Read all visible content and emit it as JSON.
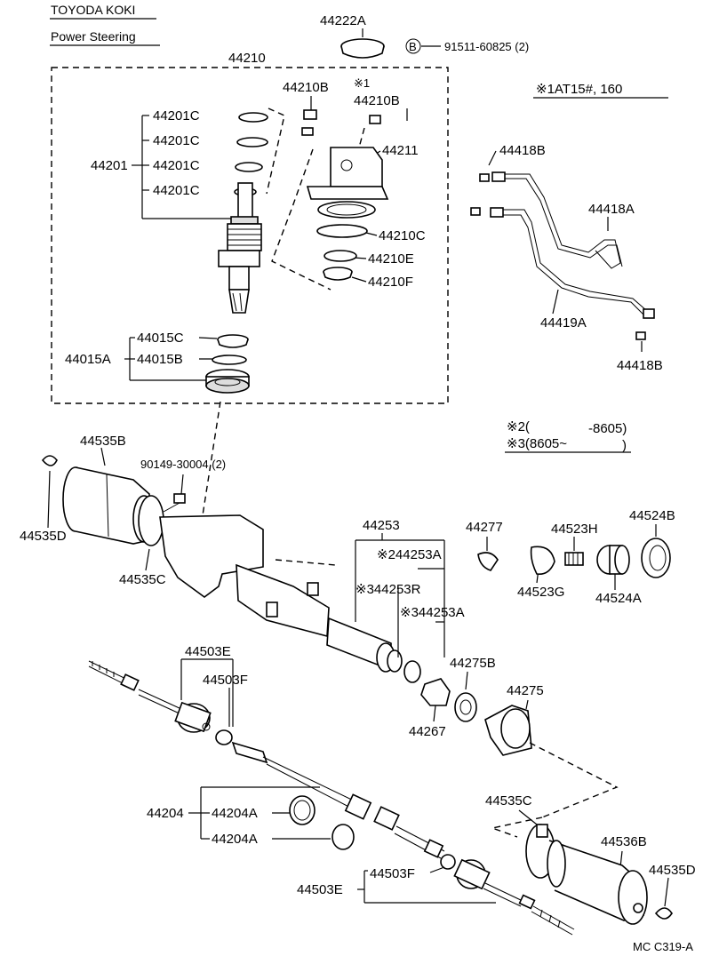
{
  "header": {
    "maker": "TOYODA KOKI",
    "group": "Power Steering"
  },
  "notes": {
    "n1": "※1AT15#, 160",
    "n2_mark": "※2(",
    "n2_range": "-8605)",
    "n3_mark": "※3(8605~",
    "n3_close": ")"
  },
  "labels": {
    "p44222A": "44222A",
    "p91511": "91511-60825 (2)",
    "bolt_mark": "B",
    "p44210": "44210",
    "p44210B_a": "44210B",
    "p44210B_b": "44210B",
    "mark1": "※1",
    "p44201C_1": "44201C",
    "p44201C_2": "44201C",
    "p44201C_3": "44201C",
    "p44201C_4": "44201C",
    "p44201": "44201",
    "p44211": "44211",
    "p44210C": "44210C",
    "p44210E": "44210E",
    "p44210F": "44210F",
    "p44015C": "44015C",
    "p44015B": "44015B",
    "p44015A": "44015A",
    "p44418B_a": "44418B",
    "p44418A": "44418A",
    "p44419A": "44419A",
    "p44418B_b": "44418B",
    "p44535B": "44535B",
    "p90149": "90149-30004 (2)",
    "p44535D_a": "44535D",
    "p44535C_a": "44535C",
    "p44253": "44253",
    "p44253A_2": "※244253A",
    "p44253R": "※344253R",
    "p44253A_3": "※344253A",
    "p44277": "44277",
    "p44523H": "44523H",
    "p44524B": "44524B",
    "p44523G": "44523G",
    "p44524A": "44524A",
    "p44503E_a": "44503E",
    "p44503F_a": "44503F",
    "p44275B": "44275B",
    "p44275": "44275",
    "p44267": "44267",
    "p44204": "44204",
    "p44204A_1": "44204A",
    "p44204A_2": "44204A",
    "p44535C_b": "44535C",
    "p44536B": "44536B",
    "p44535D_b": "44535D",
    "p44503F_b": "44503F",
    "p44503E_b": "44503E"
  },
  "footer": {
    "code": "MC C319-A"
  }
}
